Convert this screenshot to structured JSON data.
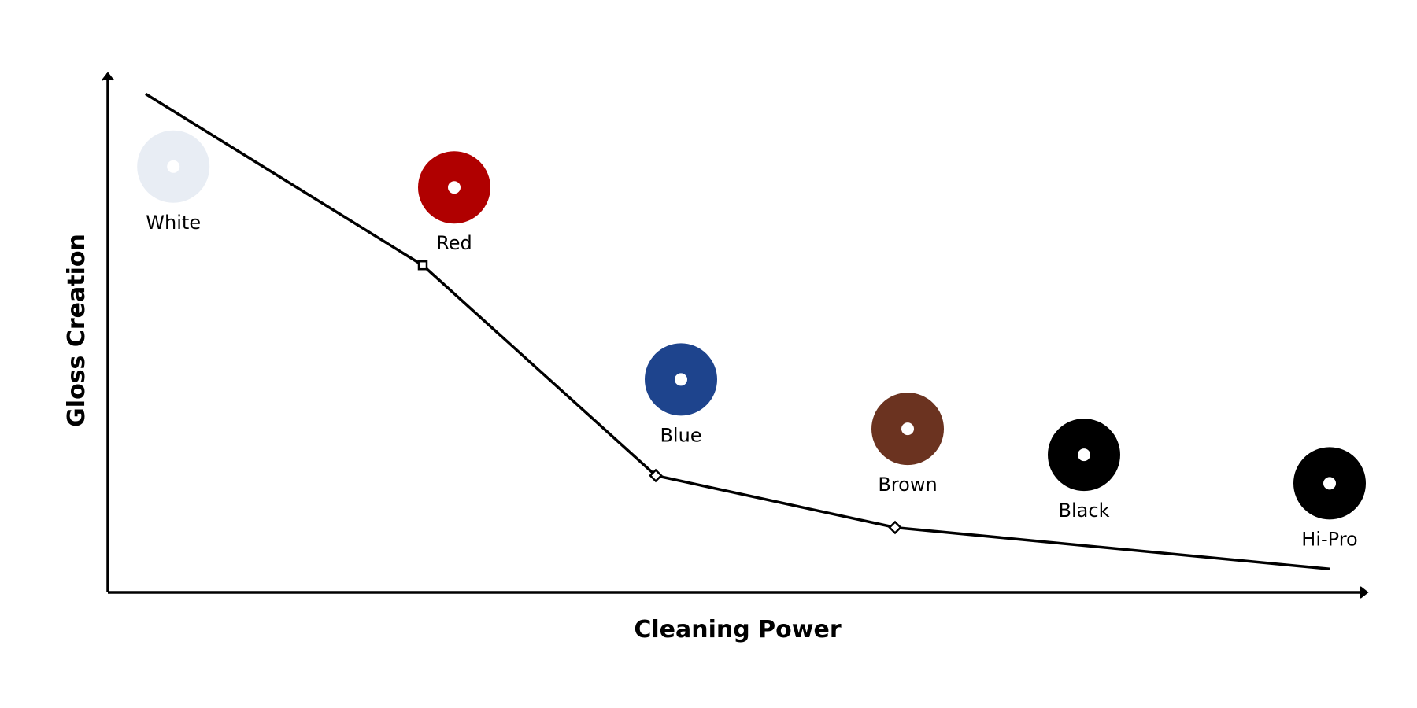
{
  "chart_data": {
    "type": "line",
    "xlabel": "Cleaning Power",
    "ylabel": "Gloss Creation",
    "xlim": [
      0,
      10
    ],
    "ylim": [
      0,
      10
    ],
    "axis_ticks": false,
    "grid": false,
    "line_color": "#000000",
    "series": [
      {
        "points": [
          {
            "x": 0.3,
            "y": 9.6,
            "marker": "none"
          },
          {
            "x": 2.5,
            "y": 6.3,
            "marker": "square"
          },
          {
            "x": 4.35,
            "y": 2.25,
            "marker": "diamond"
          },
          {
            "x": 6.25,
            "y": 1.25,
            "marker": "diamond"
          },
          {
            "x": 9.7,
            "y": 0.45,
            "marker": "none"
          }
        ]
      }
    ],
    "pads": [
      {
        "label": "White",
        "color": "#e8edf4",
        "x": 0.52,
        "y": 8.2
      },
      {
        "label": "Red",
        "color": "#b00000",
        "x": 2.75,
        "y": 7.8
      },
      {
        "label": "Blue",
        "color": "#1e448d",
        "x": 4.55,
        "y": 4.1
      },
      {
        "label": "Brown",
        "color": "#6b3320",
        "x": 6.35,
        "y": 3.15
      },
      {
        "label": "Black",
        "color": "#000000",
        "x": 7.75,
        "y": 2.65
      },
      {
        "label": "Hi-Pro",
        "color": "#000000",
        "x": 9.7,
        "y": 2.1
      }
    ]
  }
}
